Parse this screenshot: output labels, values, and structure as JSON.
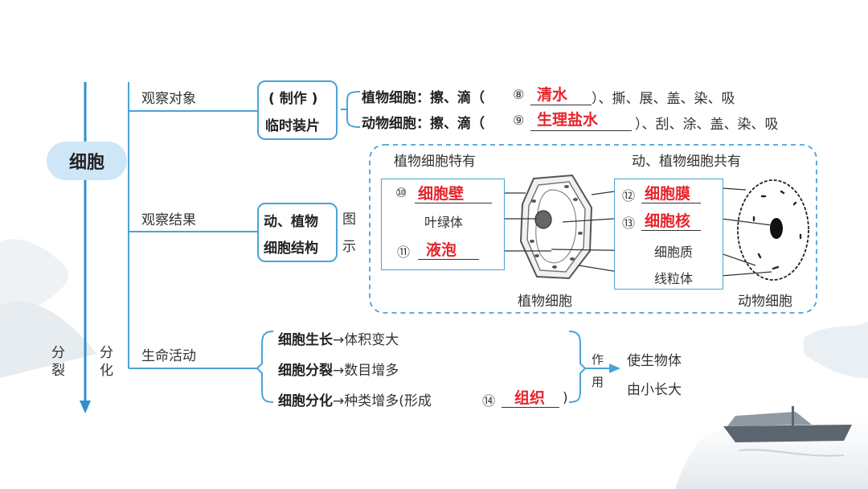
{
  "colors": {
    "line_blue": "#4aa3d8",
    "arrow_blue": "#2f8fd0",
    "answer_red": "#e8242b",
    "cell_oval": "#cfe6f6"
  },
  "root": {
    "label": "细胞"
  },
  "axis": {
    "left_label": "分裂",
    "right_label": "分化"
  },
  "branch1": {
    "label": "观察对象",
    "box_line1": "( 制作 )",
    "box_line2": "临时装片",
    "plant": {
      "prefix": "植物细胞：擦、滴（",
      "num": "⑧",
      "answer": "清水",
      "suffix": "）、撕、展、盖、染、吸"
    },
    "animal": {
      "prefix": "动物细胞：擦、滴（",
      "num": "⑨",
      "answer": "生理盐水",
      "suffix": "）、刮、涂、盖、染、吸"
    }
  },
  "branch2": {
    "label": "观察结果",
    "box_line1": "动、植物",
    "box_line2": "细胞结构",
    "side_label1": "图",
    "side_label2": "示",
    "plant_title": "植物细胞特有",
    "common_title": "动、植物细胞共有",
    "plant_items": [
      {
        "num": "⑩",
        "answer": "细胞壁"
      },
      {
        "text": "叶绿体"
      },
      {
        "num": "⑪",
        "answer": "液泡"
      }
    ],
    "common_items": [
      {
        "num": "⑫",
        "answer": "细胞膜"
      },
      {
        "num": "⑬",
        "answer": "细胞核"
      },
      {
        "text": "细胞质"
      },
      {
        "text": "线粒体"
      }
    ],
    "plant_cell_caption": "植物细胞",
    "animal_cell_caption": "动物细胞"
  },
  "branch3": {
    "label": "生命活动",
    "items": [
      {
        "bold": "细胞生长",
        "rest": "→体积变大"
      },
      {
        "bold": "细胞分裂",
        "rest": "→数目增多"
      },
      {
        "bold": "细胞分化",
        "rest": "→种类增多(形成",
        "num": "⑭",
        "answer": "组织",
        "end": ")"
      }
    ],
    "effect_label1": "作",
    "effect_label2": "用",
    "result_line1": "使生物体",
    "result_line2": "由小长大"
  }
}
